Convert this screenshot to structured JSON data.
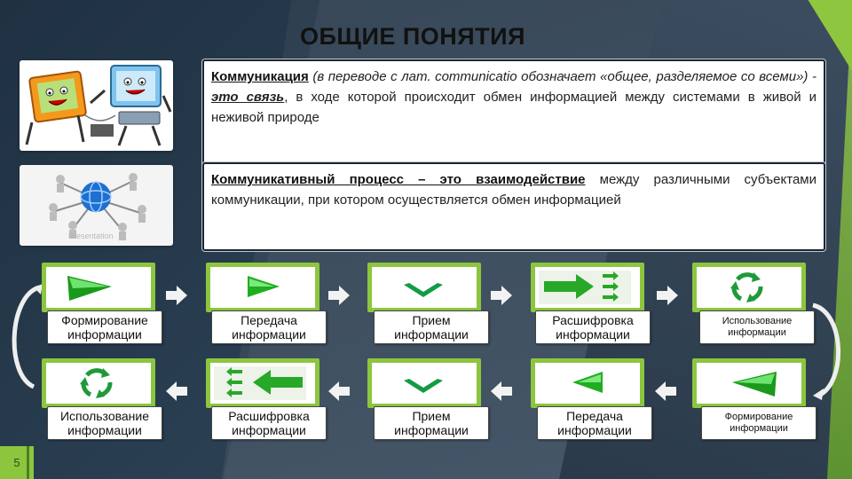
{
  "title": "ОБЩИЕ ПОНЯТИЯ",
  "definitions": {
    "communication": {
      "term": "Коммуникация",
      "part1": " (в переводе с лат. communicatio обозначает «общее, разделяемое со всеми») - ",
      "emph": "это связь",
      "part2": ", в ходе которой происходит обмен информацией между системами в живой и неживой природе"
    },
    "process": {
      "term": "Коммуникативный процесс – это взаимодействие",
      "rest": " между различными субъектами коммуникации, при котором осуществляется обмен информацией"
    }
  },
  "image_caption": "Presentation",
  "flow": {
    "top_row": [
      {
        "label": "Формирование информации",
        "icon": "green-arrow-right-icon"
      },
      {
        "label": "Передача информации",
        "icon": "green-triangle-right-icon"
      },
      {
        "label": "Прием информации",
        "icon": "green-chevron-down-icon"
      },
      {
        "label": "Расшифровка информации",
        "icon": "green-arrows-right-icon"
      },
      {
        "label": "Использование информации",
        "icon": "recycle-icon"
      }
    ],
    "bottom_row": [
      {
        "label": "Использование информации",
        "icon": "recycle-icon"
      },
      {
        "label": "Расшифровка информации",
        "icon": "green-arrows-left-icon"
      },
      {
        "label": "Прием информации",
        "icon": "green-chevron-down-icon"
      },
      {
        "label": "Передача информации",
        "icon": "green-triangle-left-icon"
      },
      {
        "label": "Формирование информации",
        "icon": "green-arrow-left-icon"
      }
    ]
  },
  "slide_number": "5",
  "colors": {
    "accent_green": "#8cc63f",
    "dark_bg": "#2c4255",
    "arrow_green": "#2fb52f"
  }
}
